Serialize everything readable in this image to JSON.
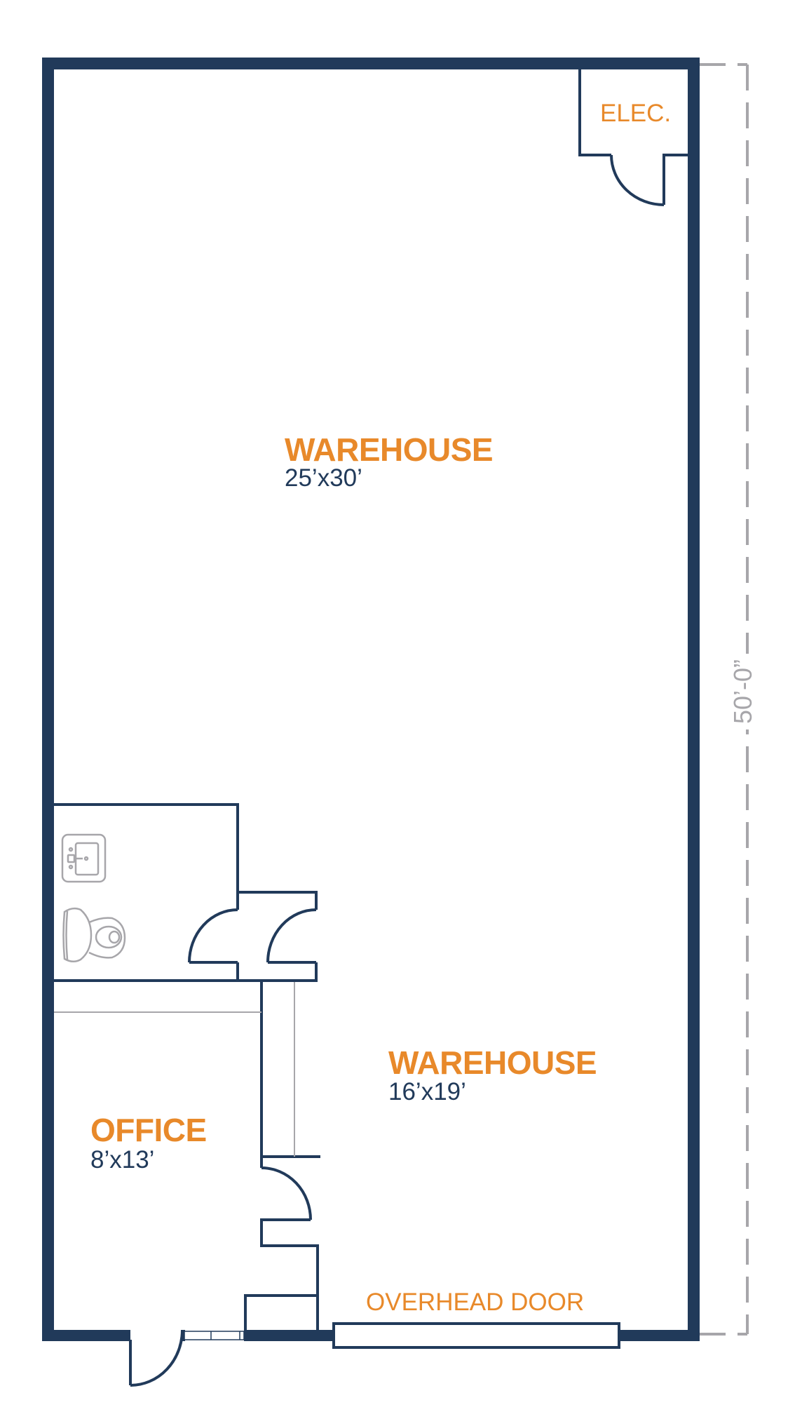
{
  "floor_plan": {
    "colors": {
      "wall": "#213A5A",
      "label_accent": "#E8892A",
      "dimension_text": "#213A5A",
      "fixture_and_dimension_line": "#A7A6AA",
      "background": "#FFFFFF"
    },
    "rooms": [
      {
        "name": "WAREHOUSE",
        "dimensions": "25’x30’"
      },
      {
        "name": "WAREHOUSE",
        "dimensions": "16’x19’"
      },
      {
        "name": "OFFICE",
        "dimensions": "8’x13’"
      },
      {
        "name": "ELEC.",
        "dimensions": ""
      }
    ],
    "overhead_door_label": "OVERHEAD DOOR",
    "overall_dimension": "50’-0”",
    "fixtures": [
      "sink-icon",
      "toilet-icon"
    ]
  }
}
